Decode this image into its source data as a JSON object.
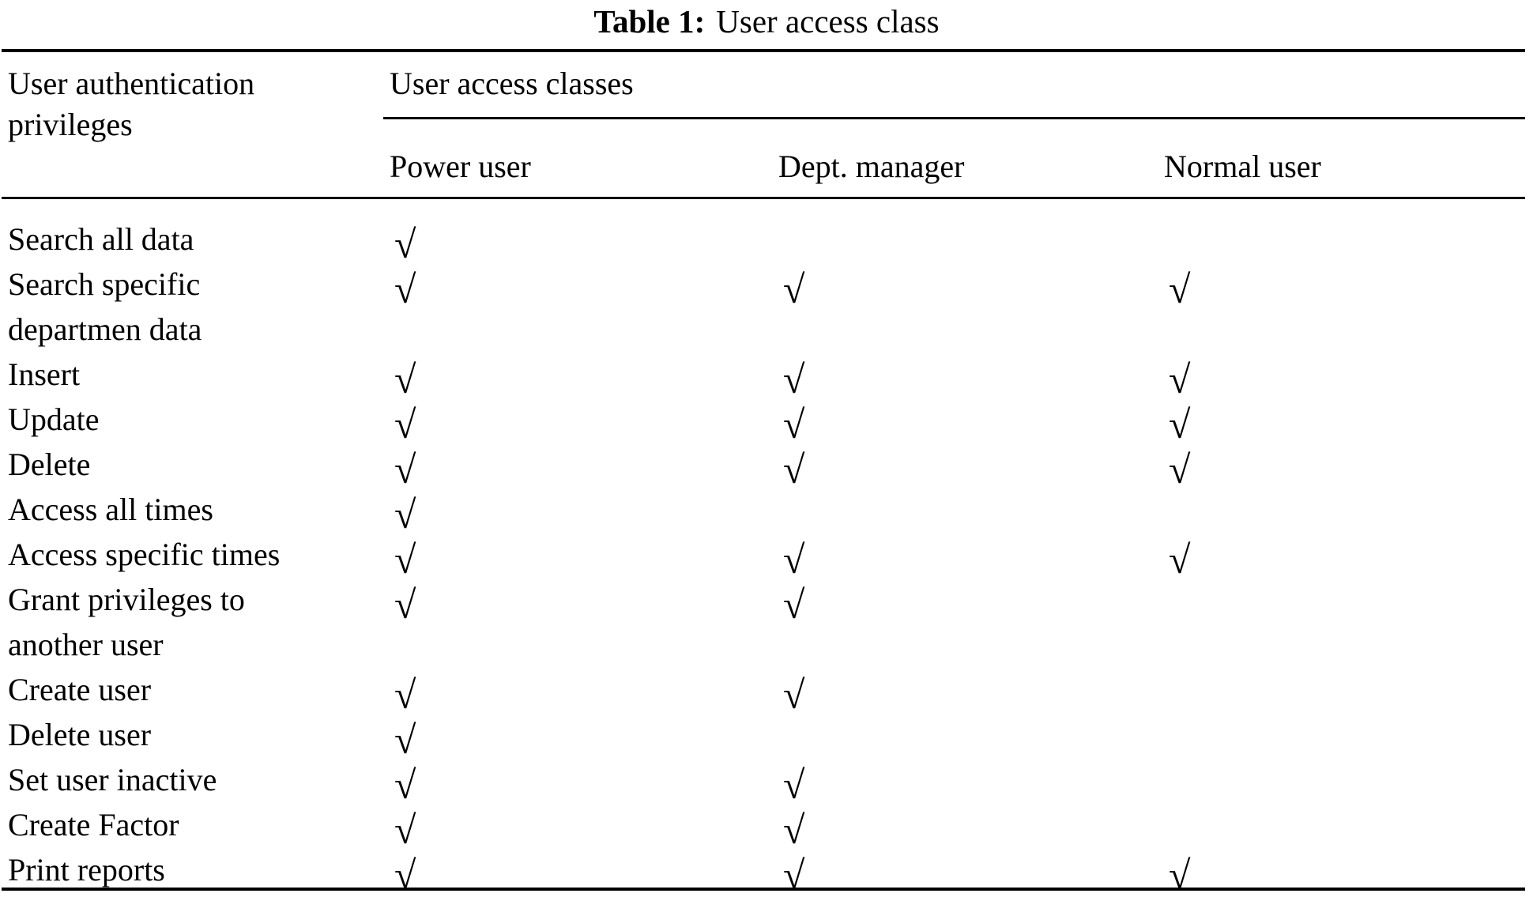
{
  "caption": {
    "number": "Table 1:",
    "text": "User access class"
  },
  "table": {
    "col1_header": "User authentication\nprivileges",
    "span_header": "User access classes",
    "columns": [
      "Power user",
      "Dept. manager",
      "Normal user"
    ],
    "check_glyph": "√",
    "rows": [
      {
        "label": "Search all data",
        "checks": [
          true,
          false,
          false
        ]
      },
      {
        "label": "Search specific\ndepartmen data",
        "checks": [
          true,
          true,
          true
        ]
      },
      {
        "label": "Insert",
        "checks": [
          true,
          true,
          true
        ]
      },
      {
        "label": "Update",
        "checks": [
          true,
          true,
          true
        ]
      },
      {
        "label": "Delete",
        "checks": [
          true,
          true,
          true
        ]
      },
      {
        "label": "Access all times",
        "checks": [
          true,
          false,
          false
        ]
      },
      {
        "label": "Access specific times",
        "checks": [
          true,
          true,
          true
        ]
      },
      {
        "label": "Grant privileges to\nanother user",
        "checks": [
          true,
          true,
          false
        ]
      },
      {
        "label": "Create user",
        "checks": [
          true,
          true,
          false
        ]
      },
      {
        "label": "Delete user",
        "checks": [
          true,
          false,
          false
        ]
      },
      {
        "label": "Set user inactive",
        "checks": [
          true,
          true,
          false
        ]
      },
      {
        "label": "Create Factor",
        "checks": [
          true,
          true,
          false
        ]
      },
      {
        "label": "Print reports",
        "checks": [
          true,
          true,
          true
        ]
      }
    ]
  },
  "colors": {
    "text": "#000000",
    "background": "#ffffff",
    "rule": "#000000"
  }
}
